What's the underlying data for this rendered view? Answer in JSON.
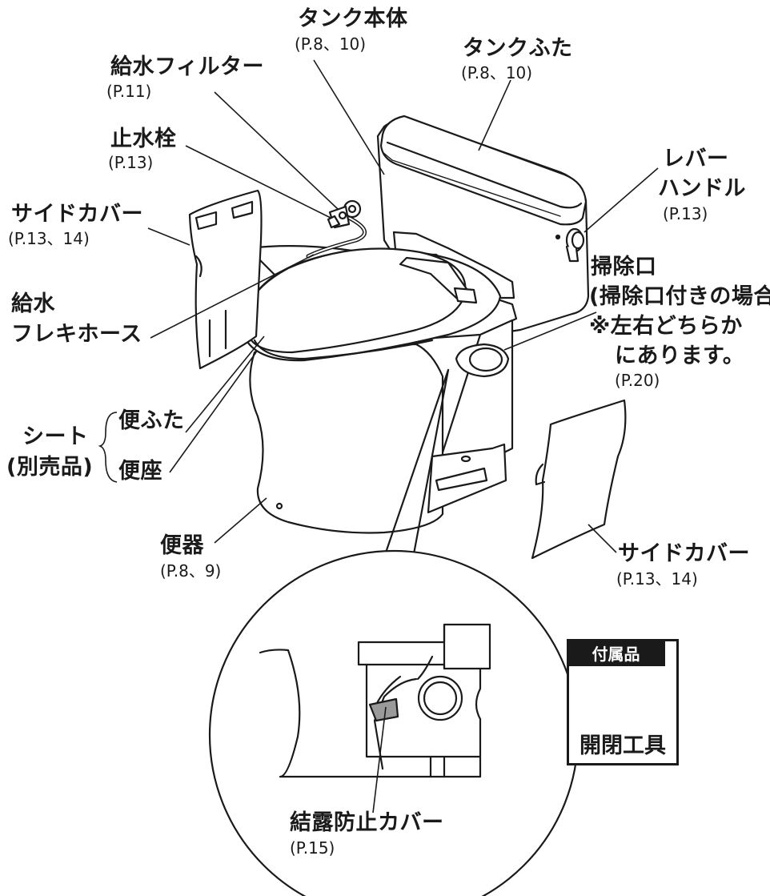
{
  "labels": {
    "tank_body": {
      "name": "タンク本体",
      "page": "(P.8、10)"
    },
    "tank_lid": {
      "name": "タンクふた",
      "page": "(P.8、10)"
    },
    "water_filter": {
      "name": "給水フィルター",
      "page": "(P.11)"
    },
    "stop_valve": {
      "name": "止水栓",
      "page": "(P.13)"
    },
    "side_cover_left": {
      "name": "サイドカバー",
      "page": "(P.13、14)"
    },
    "lever_handle": {
      "line1": "レバー",
      "line2": "ハンドル",
      "page": "(P.13)"
    },
    "supply_hose": {
      "line1": "給水",
      "line2": "フレキホース"
    },
    "cleanout": {
      "line1": "掃除口",
      "line2": "(掃除口付きの場合)",
      "line3": "※左右どちらか",
      "line4": "にあります。",
      "page": "(P.20)"
    },
    "seat": {
      "line1": "シート",
      "line2": "(別売品)",
      "lid": "便ふた",
      "ring": "便座"
    },
    "bowl": {
      "name": "便器",
      "page": "(P.8、9)"
    },
    "side_cover_right": {
      "name": "サイドカバー",
      "page": "(P.13、14)"
    },
    "condensation_cover": {
      "name": "結露防止カバー",
      "page": "(P.15)"
    }
  },
  "accessory": {
    "header": "付属品",
    "name": "開閉工具"
  }
}
